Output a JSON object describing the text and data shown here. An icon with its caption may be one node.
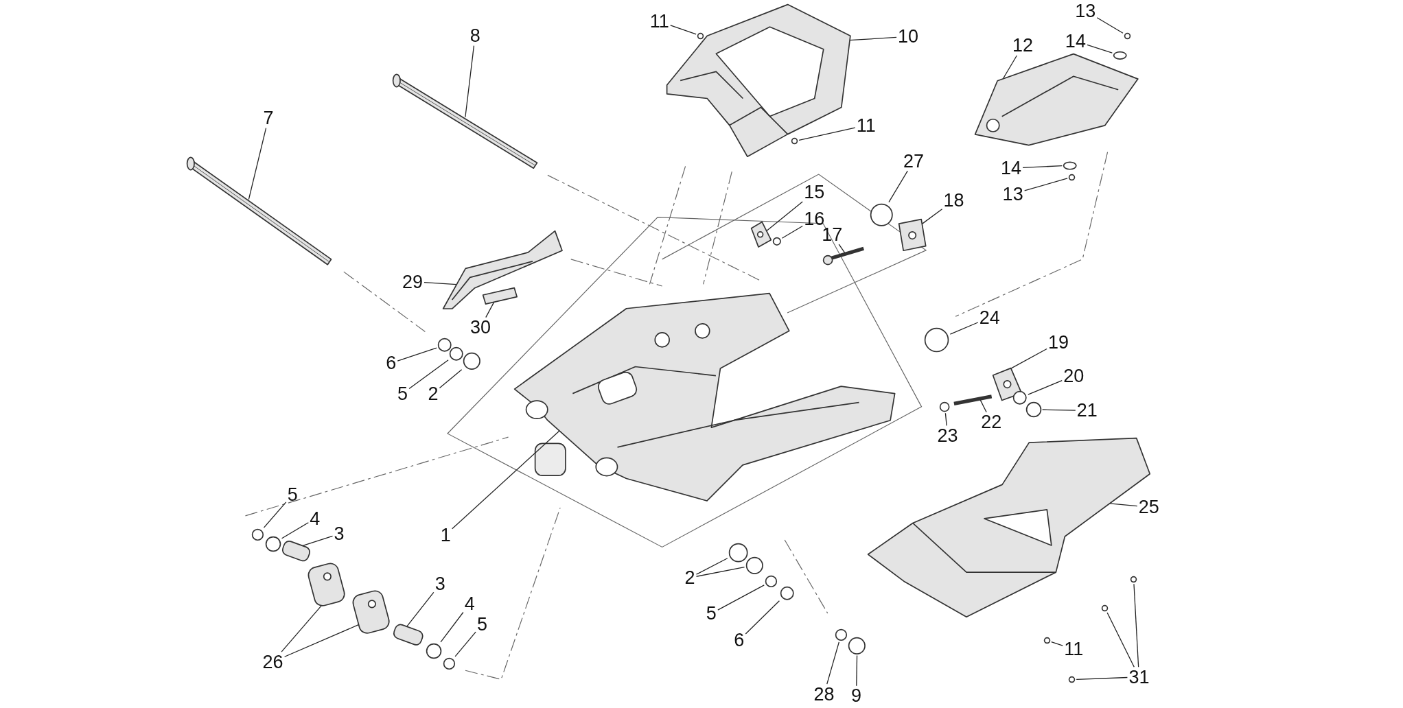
{
  "diagram": {
    "nodes": [
      {
        "text": [
          "13"
        ]
      },
      {
        "text": [
          "11"
        ]
      },
      {
        "text": [
          "8"
        ]
      },
      {
        "text": [
          "10"
        ]
      },
      {
        "text": [
          "14"
        ]
      },
      {
        "text": [
          "12"
        ]
      },
      {
        "text": [
          "7"
        ]
      },
      {
        "text": [
          "11"
        ]
      },
      {
        "text": [
          "27"
        ]
      },
      {
        "text": [
          "14"
        ]
      },
      {
        "text": [
          "15"
        ]
      },
      {
        "text": [
          "13"
        ]
      },
      {
        "text": [
          "18"
        ]
      },
      {
        "text": [
          "16"
        ]
      },
      {
        "text": [
          "17"
        ]
      },
      {
        "text": [
          "29"
        ]
      },
      {
        "text": [
          "24"
        ]
      },
      {
        "text": [
          "30"
        ]
      },
      {
        "text": [
          "19"
        ]
      },
      {
        "text": [
          "6"
        ]
      },
      {
        "text": [
          "5"
        ]
      },
      {
        "text": [
          "2"
        ]
      },
      {
        "text": [
          "20"
        ]
      },
      {
        "text": [
          "21"
        ]
      },
      {
        "text": [
          "22"
        ]
      },
      {
        "text": [
          "23"
        ]
      },
      {
        "text": [
          "5"
        ]
      },
      {
        "text": [
          "25"
        ]
      },
      {
        "text": [
          "4"
        ]
      },
      {
        "text": [
          "3"
        ]
      },
      {
        "text": [
          "1"
        ]
      },
      {
        "text": [
          "2"
        ]
      },
      {
        "text": [
          "3"
        ]
      },
      {
        "text": [
          "4"
        ]
      },
      {
        "text": [
          "5"
        ]
      },
      {
        "text": [
          "5"
        ]
      },
      {
        "text": [
          "6"
        ]
      },
      {
        "text": [
          "11"
        ]
      },
      {
        "text": [
          "26"
        ]
      },
      {
        "text": [
          "31"
        ]
      },
      {
        "text": [
          "28"
        ]
      },
      {
        "text": [
          "9"
        ]
      },
      {
        "text": [],
        "shape": "circle"
      },
      {
        "text": [],
        "shape": "circle"
      },
      {
        "text": [],
        "shape": "bar"
      },
      {
        "text": [],
        "shape": "picture"
      },
      {
        "text": [],
        "shape": "circle"
      },
      {
        "text": [],
        "shape": "picture"
      },
      {
        "text": [],
        "shape": "bar"
      },
      {
        "text": [],
        "shape": "circle"
      },
      {
        "text": [],
        "shape": "circle"
      },
      {
        "text": [],
        "shape": "circle"
      },
      {
        "text": [],
        "shape": "picture"
      },
      {
        "text": [],
        "shape": "circle"
      },
      {
        "text": [],
        "shape": "picture"
      },
      {
        "text": [],
        "shape": "circle"
      },
      {
        "text": [],
        "shape": "picture"
      },
      {
        "text": [],
        "shape": "picture"
      },
      {
        "text": [],
        "shape": "circle"
      },
      {
        "text": [],
        "shape": "picture"
      },
      {
        "text": [],
        "shape": "picture"
      },
      {
        "text": [],
        "shape": "circle"
      },
      {
        "text": [],
        "shape": "circle"
      },
      {
        "text": [],
        "shape": "circle"
      },
      {
        "text": [],
        "shape": "circle"
      },
      {
        "text": [],
        "shape": "circle"
      },
      {
        "text": [],
        "shape": "picture"
      },
      {
        "text": [],
        "shape": "circle"
      },
      {
        "text": [],
        "shape": "circle"
      },
      {
        "text": [],
        "shape": "picture"
      },
      {
        "text": [],
        "shape": "circle"
      },
      {
        "text": [],
        "shape": "cylinder"
      },
      {
        "text": [],
        "shape": "picture"
      },
      {
        "text": [],
        "shape": "circle"
      },
      {
        "text": [],
        "shape": "circle"
      },
      {
        "text": [],
        "shape": "cylinder"
      },
      {
        "text": [],
        "shape": "circle"
      },
      {
        "text": [],
        "shape": "circle"
      },
      {
        "text": [],
        "shape": "circle"
      },
      {
        "text": [],
        "shape": "circle"
      },
      {
        "text": [],
        "shape": "circle"
      },
      {
        "text": [],
        "shape": "picture"
      },
      {
        "text": [],
        "shape": "picture"
      },
      {
        "text": [],
        "shape": "circle"
      },
      {
        "text": [],
        "shape": "circle"
      },
      {
        "text": [],
        "shape": "circle"
      },
      {
        "text": [],
        "shape": "circle"
      },
      {
        "text": [],
        "shape": "circle"
      }
    ],
    "edges": [
      {
        "from": 0,
        "to": 42,
        "arrow": "none"
      },
      {
        "from": 1,
        "to": 43,
        "arrow": "none"
      },
      {
        "from": 2,
        "to": 44,
        "arrow": "none"
      },
      {
        "from": 3,
        "to": 45,
        "arrow": "none"
      },
      {
        "from": 4,
        "to": 46,
        "arrow": "none"
      },
      {
        "from": 5,
        "to": 47,
        "arrow": "none"
      },
      {
        "from": 6,
        "to": 48,
        "arrow": "none"
      },
      {
        "from": 7,
        "to": 49,
        "arrow": "none"
      },
      {
        "from": 8,
        "to": 50,
        "arrow": "none"
      },
      {
        "from": 9,
        "to": 51,
        "arrow": "none"
      },
      {
        "from": 10,
        "to": 52,
        "arrow": "none"
      },
      {
        "from": 11,
        "to": 53,
        "arrow": "none"
      },
      {
        "from": 12,
        "to": 54,
        "arrow": "none"
      },
      {
        "from": 13,
        "to": 55,
        "arrow": "none"
      },
      {
        "from": 14,
        "to": 56,
        "arrow": "none"
      },
      {
        "from": 15,
        "to": 57,
        "arrow": "none"
      },
      {
        "from": 16,
        "to": 58,
        "arrow": "none"
      },
      {
        "from": 17,
        "to": 59,
        "arrow": "none"
      },
      {
        "from": 18,
        "to": 60,
        "arrow": "none"
      },
      {
        "from": 19,
        "to": 61,
        "arrow": "none"
      },
      {
        "from": 20,
        "to": 62,
        "arrow": "none"
      },
      {
        "from": 21,
        "to": 63,
        "arrow": "none"
      },
      {
        "from": 22,
        "to": 64,
        "arrow": "none"
      },
      {
        "from": 23,
        "to": 65,
        "arrow": "none"
      },
      {
        "from": 24,
        "to": 66,
        "arrow": "none"
      },
      {
        "from": 25,
        "to": 67,
        "arrow": "none"
      },
      {
        "from": 26,
        "to": 68,
        "arrow": "none"
      },
      {
        "from": 27,
        "to": 69,
        "arrow": "none"
      },
      {
        "from": 28,
        "to": 70,
        "arrow": "none"
      },
      {
        "from": 29,
        "to": 71,
        "arrow": "none"
      },
      {
        "from": 30,
        "to": 72,
        "arrow": "none"
      },
      {
        "from": 31,
        "to": 73,
        "arrow": "none"
      },
      {
        "from": 31,
        "to": 74,
        "arrow": "none"
      },
      {
        "from": 32,
        "to": 75,
        "arrow": "none"
      },
      {
        "from": 33,
        "to": 76,
        "arrow": "none"
      },
      {
        "from": 34,
        "to": 77,
        "arrow": "none"
      },
      {
        "from": 35,
        "to": 78,
        "arrow": "none"
      },
      {
        "from": 36,
        "to": 79,
        "arrow": "none"
      },
      {
        "from": 37,
        "to": 80,
        "arrow": "none"
      },
      {
        "from": 38,
        "to": 81,
        "arrow": "none"
      },
      {
        "from": 38,
        "to": 82,
        "arrow": "none"
      },
      {
        "from": 39,
        "to": 83,
        "arrow": "none"
      },
      {
        "from": 39,
        "to": 84,
        "arrow": "none"
      },
      {
        "from": 39,
        "to": 85,
        "arrow": "none"
      },
      {
        "from": 40,
        "to": 86,
        "arrow": "none"
      },
      {
        "from": 41,
        "to": 87,
        "arrow": "none"
      }
    ]
  }
}
